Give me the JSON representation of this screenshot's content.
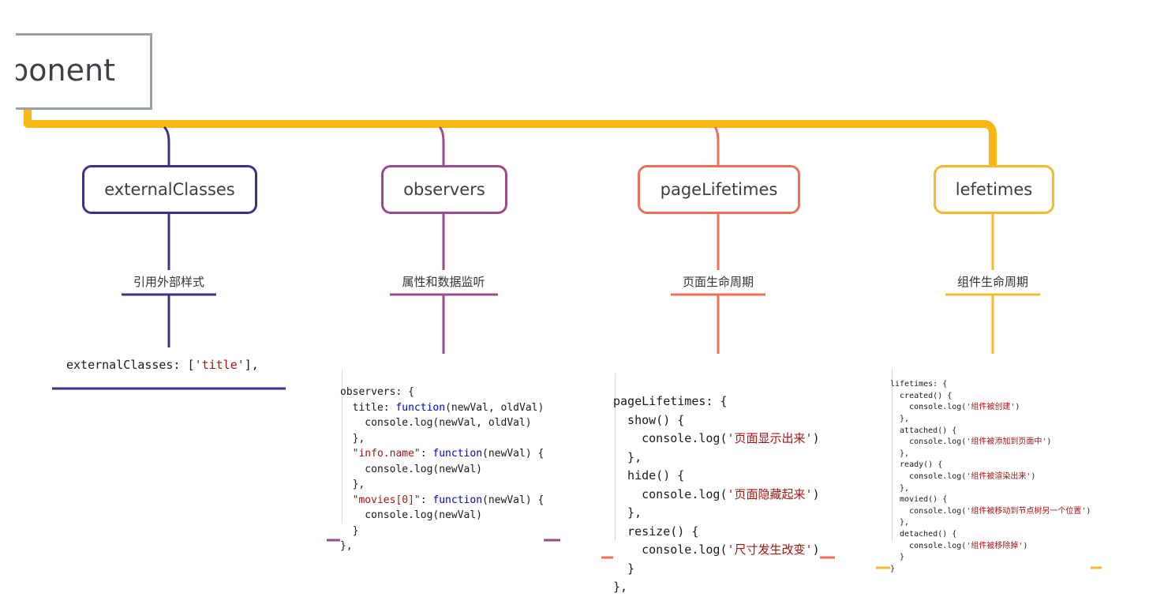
{
  "root": {
    "label": "ponent"
  },
  "colors": {
    "trunk": "#f9b715",
    "root_border": "#9aa0a8",
    "branch_external": "#3c318c",
    "branch_observers": "#9c4a8a",
    "branch_page": "#ef6f5b",
    "branch_life": "#f7b928",
    "code_string": "#a31515",
    "code_keyword": "#0000cc"
  },
  "branches": [
    {
      "id": "external",
      "label": "externalClasses",
      "subtitle": "引用外部样式",
      "code": [
        [
          {
            "t": "externalClasses: ["
          },
          {
            "t": "'title'",
            "c": "str"
          },
          {
            "t": "],"
          }
        ]
      ]
    },
    {
      "id": "observers",
      "label": "observers",
      "subtitle": "属性和数据监听",
      "code": [
        [
          {
            "t": "observers: {"
          }
        ],
        [
          {
            "t": "  title: "
          },
          {
            "t": "function",
            "c": "kw"
          },
          {
            "t": "(newVal, oldVal)"
          }
        ],
        [
          {
            "t": "    console.log(newVal, oldVal)"
          }
        ],
        [
          {
            "t": "  },"
          }
        ],
        [
          {
            "t": "  "
          },
          {
            "t": "\"info.name\"",
            "c": "str"
          },
          {
            "t": ": "
          },
          {
            "t": "function",
            "c": "kw"
          },
          {
            "t": "(newVal) {"
          }
        ],
        [
          {
            "t": "    console.log(newVal)"
          }
        ],
        [
          {
            "t": "  },"
          }
        ],
        [
          {
            "t": "  "
          },
          {
            "t": "\"movies[0]\"",
            "c": "str"
          },
          {
            "t": ": "
          },
          {
            "t": "function",
            "c": "kw"
          },
          {
            "t": "(newVal) {"
          }
        ],
        [
          {
            "t": "    console.log(newVal)"
          }
        ],
        [
          {
            "t": "  }"
          }
        ],
        [
          {
            "t": "},"
          }
        ]
      ]
    },
    {
      "id": "page",
      "label": "pageLifetimes",
      "subtitle": "页面生命周期",
      "code": [
        [
          {
            "t": "pageLifetimes: {"
          }
        ],
        [
          {
            "t": "  show() {"
          }
        ],
        [
          {
            "t": "    console.log("
          },
          {
            "t": "'页面显示出来'",
            "c": "str"
          },
          {
            "t": ")"
          }
        ],
        [
          {
            "t": "  },"
          }
        ],
        [
          {
            "t": "  hide() {"
          }
        ],
        [
          {
            "t": "    console.log("
          },
          {
            "t": "'页面隐藏起来'",
            "c": "str"
          },
          {
            "t": ")"
          }
        ],
        [
          {
            "t": "  },"
          }
        ],
        [
          {
            "t": "  resize() {"
          }
        ],
        [
          {
            "t": "    console.log("
          },
          {
            "t": "'尺寸发生改变'",
            "c": "str"
          },
          {
            "t": ")"
          }
        ],
        [
          {
            "t": "  }"
          }
        ],
        [
          {
            "t": "},"
          }
        ]
      ]
    },
    {
      "id": "life",
      "label": "lefetimes",
      "subtitle": "组件生命周期",
      "code": [
        [
          {
            "t": "lifetimes: {"
          }
        ],
        [
          {
            "t": "  created() {"
          }
        ],
        [
          {
            "t": "    console.log("
          },
          {
            "t": "'组件被创建'",
            "c": "str"
          },
          {
            "t": ")"
          }
        ],
        [
          {
            "t": "  },"
          }
        ],
        [
          {
            "t": "  attached() {"
          }
        ],
        [
          {
            "t": "    console.log("
          },
          {
            "t": "'组件被添加到页面中'",
            "c": "str"
          },
          {
            "t": ")"
          }
        ],
        [
          {
            "t": "  },"
          }
        ],
        [
          {
            "t": "  ready() {"
          }
        ],
        [
          {
            "t": "    console.log("
          },
          {
            "t": "'组件被渲染出来'",
            "c": "str"
          },
          {
            "t": ")"
          }
        ],
        [
          {
            "t": "  },"
          }
        ],
        [
          {
            "t": "  movied() {"
          }
        ],
        [
          {
            "t": "    console.log("
          },
          {
            "t": "'组件被移动到节点树另一个位置'",
            "c": "str"
          },
          {
            "t": ")"
          }
        ],
        [
          {
            "t": "  },"
          }
        ],
        [
          {
            "t": "  detached() {"
          }
        ],
        [
          {
            "t": "    console.log("
          },
          {
            "t": "'组件被移除掉'",
            "c": "str"
          },
          {
            "t": ")"
          }
        ],
        [
          {
            "t": "  }"
          }
        ],
        [
          {
            "t": "}"
          }
        ]
      ]
    }
  ]
}
